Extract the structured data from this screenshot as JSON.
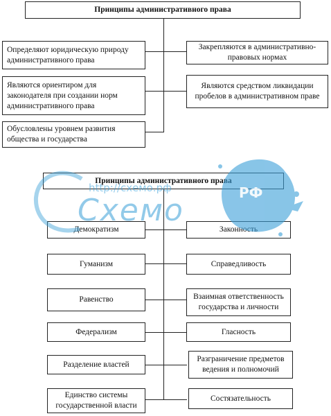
{
  "top": {
    "title": "Принципы административного права",
    "left": [
      "Определяют юридическую природу административного права",
      "Являются ориентиром для законодателя при создании норм административного права",
      "Обусловлены уровнем развития общества и государства"
    ],
    "right": [
      "Закрепляются в административно-правовых нормах",
      "Являются средством ликвидации пробелов в административном праве"
    ]
  },
  "bottom": {
    "title": "Принципы административного права",
    "left": [
      "Демократизм",
      "Гуманизм",
      "Равенство",
      "Федерализм",
      "Разделение властей",
      "Единство системы государственной власти"
    ],
    "right": [
      "Законность",
      "Справедливость",
      "Взаимная ответственность государства и личности",
      "Гласность",
      "Разграничение предметов ведения и полномочий",
      "Состязательность"
    ]
  },
  "watermark": {
    "url": "http://схемо.рф",
    "logo": "Схемо",
    "badge": "РФ",
    "color": "#3a9fd8"
  }
}
